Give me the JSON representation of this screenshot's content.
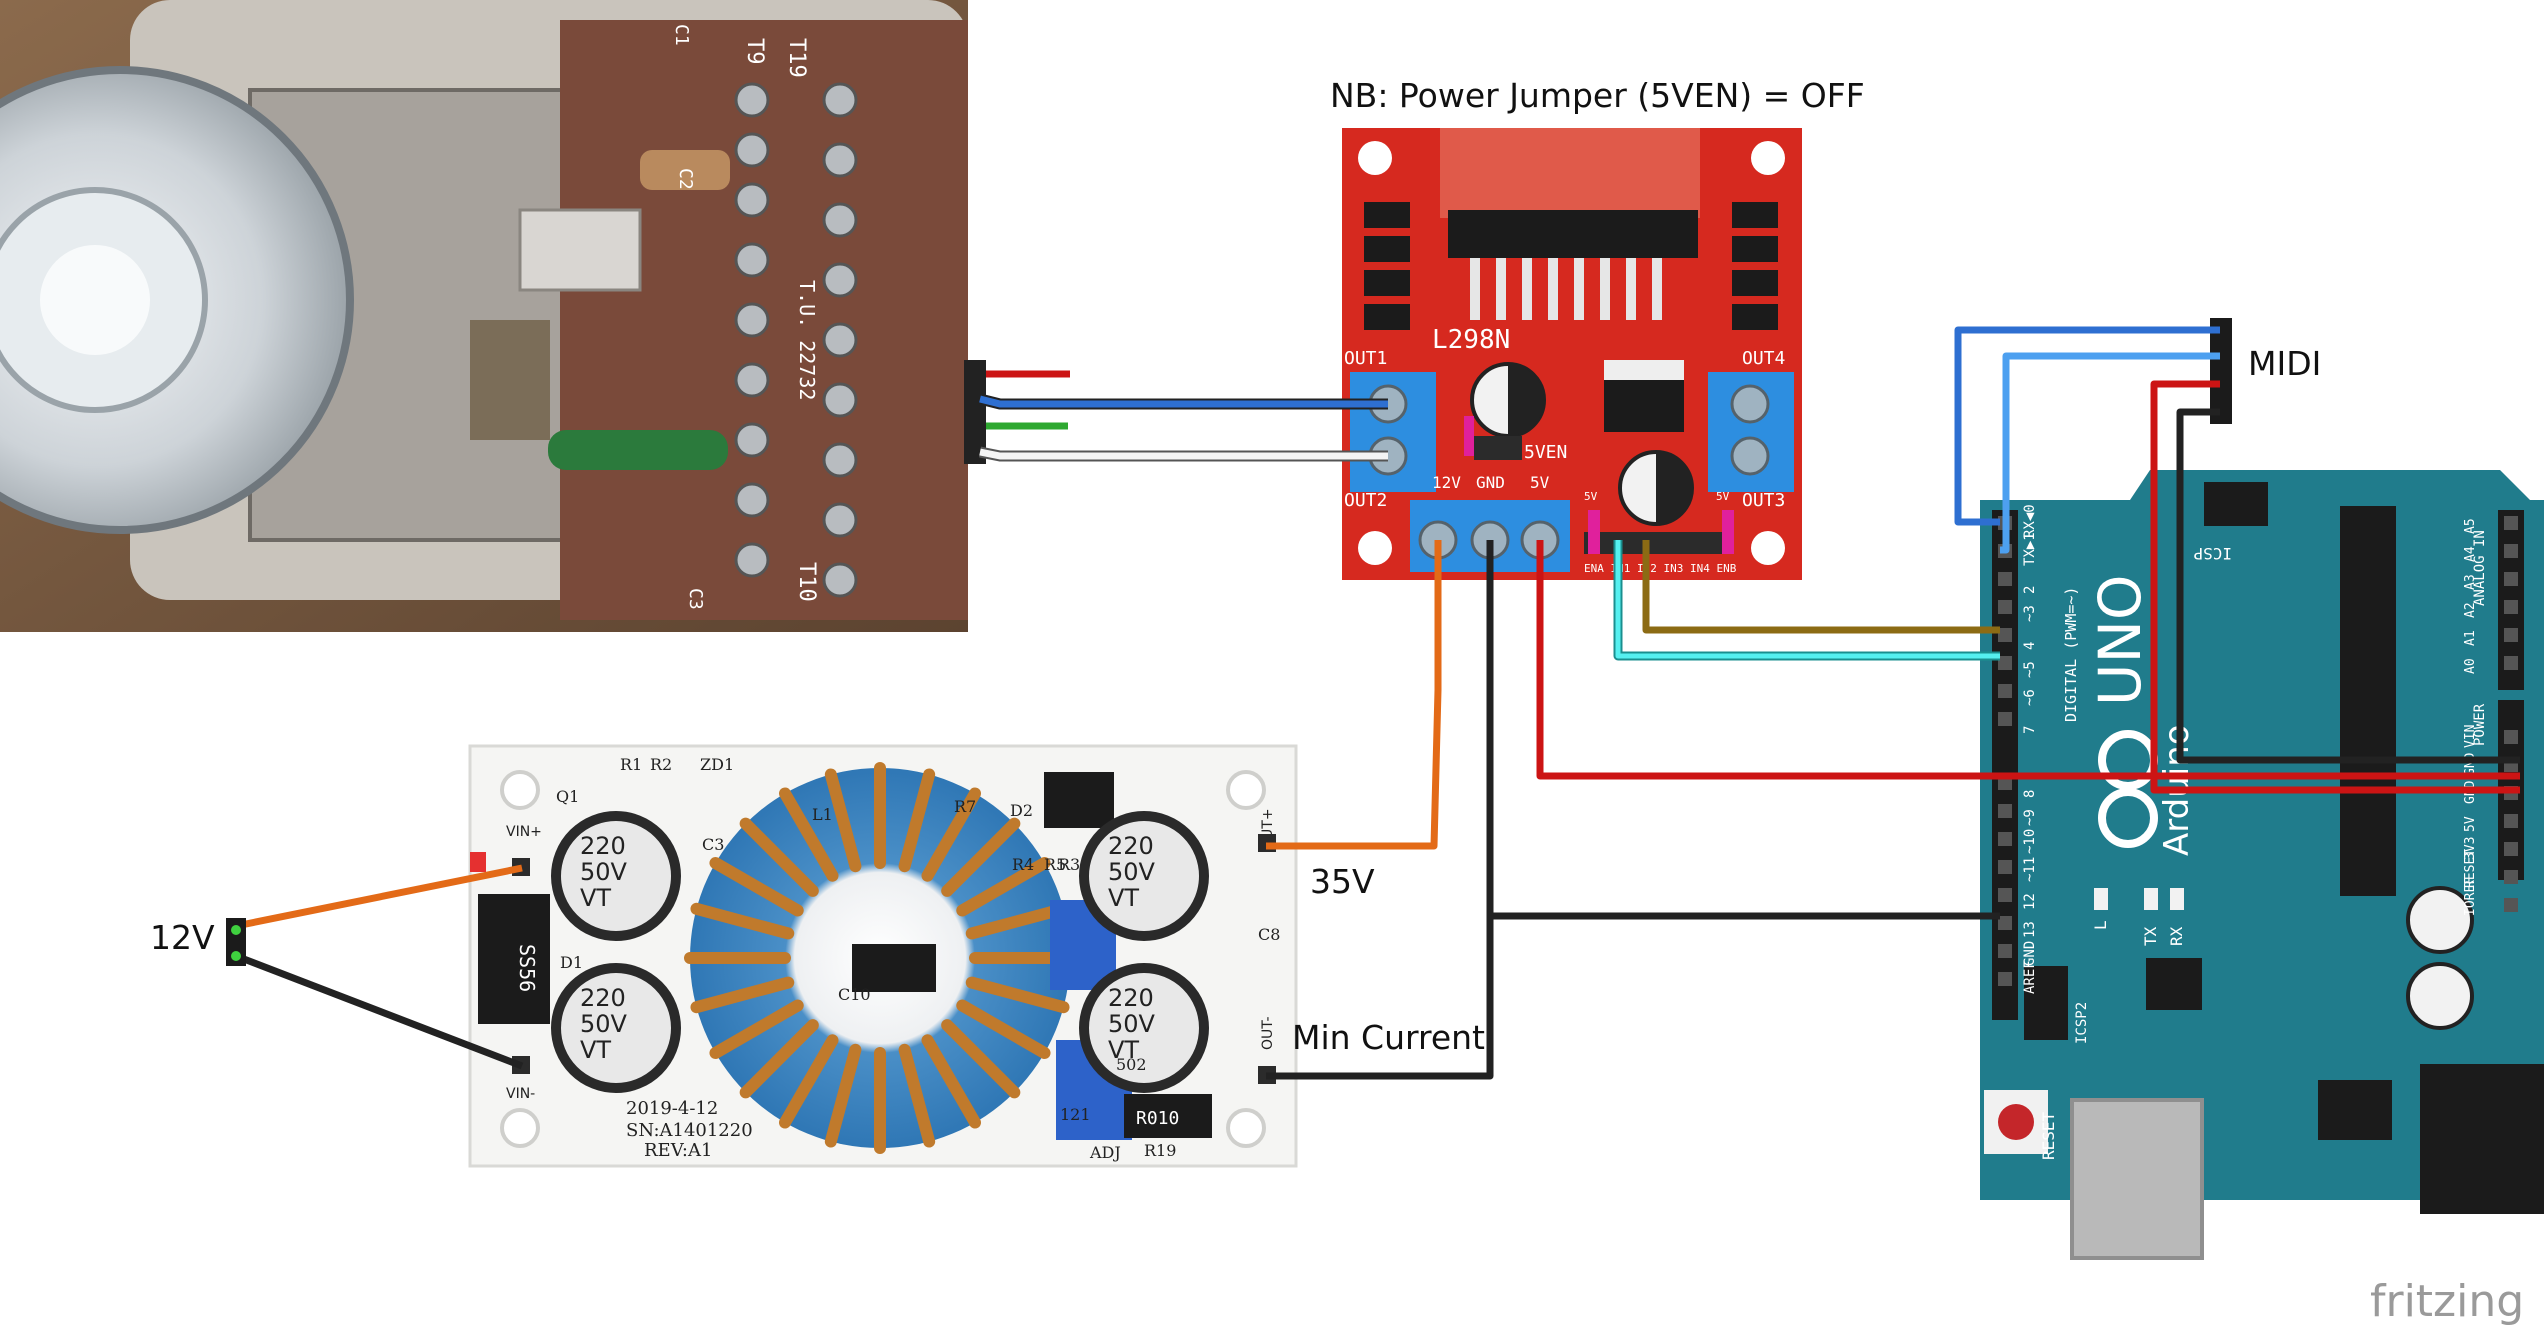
{
  "title": "NB: Power Jumper (5VEN) = OFF",
  "labels": {
    "midi": "MIDI",
    "v12": "12V",
    "v35": "35V",
    "min_current": "Min Current",
    "fritzing": "fritzing"
  },
  "l298n": {
    "chip": "L298N",
    "out1": "OUT1",
    "out2": "OUT2",
    "out3": "OUT3",
    "out4": "OUT4",
    "j12v": "12V",
    "jgnd": "GND",
    "j5v": "5V",
    "en5v": "5VEN",
    "sv_left": "5V",
    "sv_right": "5V",
    "pins": "ENA IN1 IN2 IN3 IN4 ENB"
  },
  "booster": {
    "vin_plus": "VIN+",
    "vin_minus": "VIN-",
    "out_plus": "OUT+",
    "out_minus": "OUT-",
    "cap": [
      "220",
      "50V",
      "VT"
    ],
    "date": "2019-4-12",
    "serial": "SN:A1401220",
    "rev": "REV:A1",
    "r010": "R010",
    "diode": "SS56",
    "marks": [
      "R1",
      "R2",
      "ZD1",
      "Q1",
      "C3",
      "L1",
      "R7",
      "D2",
      "R4",
      "R5",
      "R3",
      "C8",
      "C10",
      "D1",
      "R19",
      "ADJ",
      "121",
      "502"
    ]
  },
  "arduino": {
    "uno": "UNO",
    "brand": "Arduino",
    "reset": "RESET",
    "icsp": "ICSP",
    "icsp2": "ICSP2",
    "digital": "DIGITAL (PWM=~)",
    "analog": "ANALOG IN",
    "power": "POWER",
    "tx": "TX",
    "rx": "RX",
    "l": "L",
    "left_pins": [
      "RX◀0",
      "TX▶1",
      "2",
      "~3",
      "4",
      "~5",
      "~6",
      "7",
      "8",
      "~9",
      "~10",
      "~11",
      "12",
      "13",
      "GND",
      "AREF"
    ],
    "right_pins": [
      "A5",
      "A4",
      "A3",
      "A2",
      "A1",
      "A0",
      "VIN",
      "GND",
      "GND",
      "5V",
      "3V3",
      "RESET",
      "IOREF"
    ]
  },
  "phone_text": [
    "T9",
    "T19",
    "C1",
    "C2",
    "T10",
    "T.U. 22732",
    "C3"
  ],
  "colors": {
    "l298n_board": "#d6291f",
    "arduino_board": "#207c8c",
    "wire_orange": "#e36a17",
    "wire_black": "#222222",
    "wire_red": "#cc1414",
    "wire_blue": "#2e6fd1",
    "wire_brown": "#8c6b14",
    "wire_cyan": "#2ad1d1",
    "wire_green": "#2ea830",
    "terminal_blue": "#2d8ee0"
  }
}
